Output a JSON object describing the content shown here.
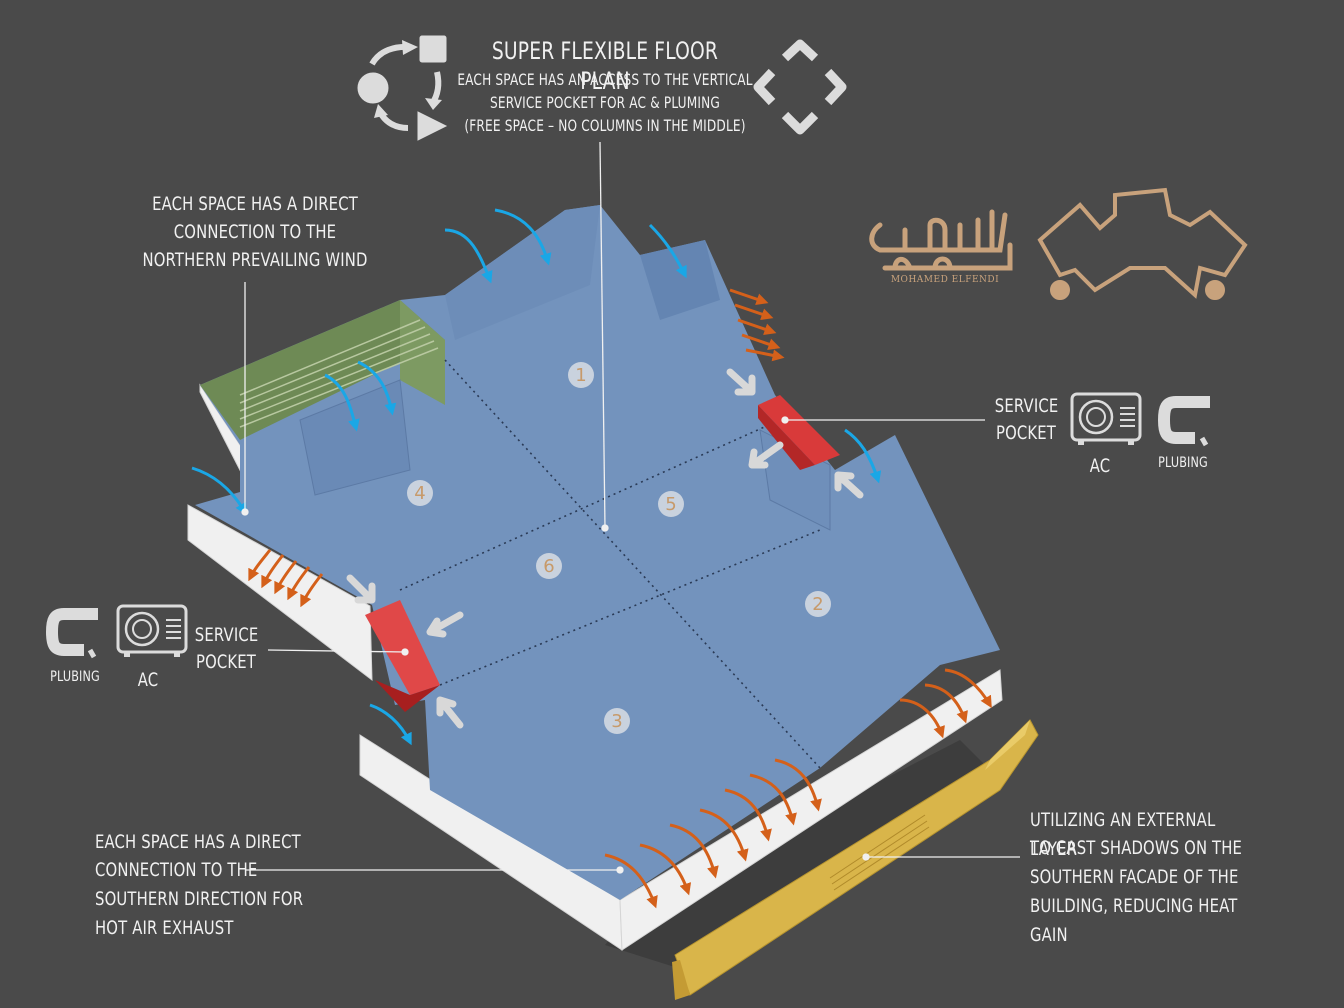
{
  "header": {
    "title": "SUPER FLEXIBLE FLOOR PLAN",
    "line1": "EACH SPACE HAS AN ACCESS TO THE VERTICAL",
    "line2": "SERVICE POCKET FOR AC & PLUMING",
    "line3": "(FREE SPACE – NO COLUMNS IN THE MIDDLE)"
  },
  "north_note": {
    "line1": "EACH SPACE HAS A DIRECT",
    "line2": "CONNECTION TO THE",
    "line3": "NORTHERN PREVAILING WIND"
  },
  "south_note": {
    "line1": "EACH SPACE HAS A DIRECT",
    "line2": "CONNECTION TO THE",
    "line3": "SOUTHERN DIRECTION FOR",
    "line4": "HOT AIR EXHAUST"
  },
  "shade_note": {
    "line1": "UTILIZING AN EXTERNAL LAYER",
    "line2": "TO CAST SHADOWS ON THE",
    "line3": "SOUTHERN FACADE OF THE",
    "line4": "BUILDING, REDUCING HEAT GAIN"
  },
  "service_right": {
    "line1": "SERVICE",
    "line2": "POCKET",
    "ac": "AC",
    "plumbing": "PLUBING"
  },
  "service_left": {
    "line1": "SERVICE",
    "line2": "POCKET",
    "ac": "AC",
    "plumbing": "PLUBING"
  },
  "spaces": [
    "1",
    "2",
    "3",
    "4",
    "5",
    "6"
  ],
  "logo": {
    "caption": "MOHAMED ELFENDI"
  },
  "colors": {
    "background": "#4a4a4a",
    "floor": "#7393bd",
    "wall": "#f2f2f2",
    "service_pocket": "#d93a3a",
    "wind_arrow": "#1aa7e6",
    "heat_arrow": "#d4601a",
    "shading_layer": "#d9b54a",
    "icon": "#dcdcdc",
    "logo": "#c8a27c"
  }
}
